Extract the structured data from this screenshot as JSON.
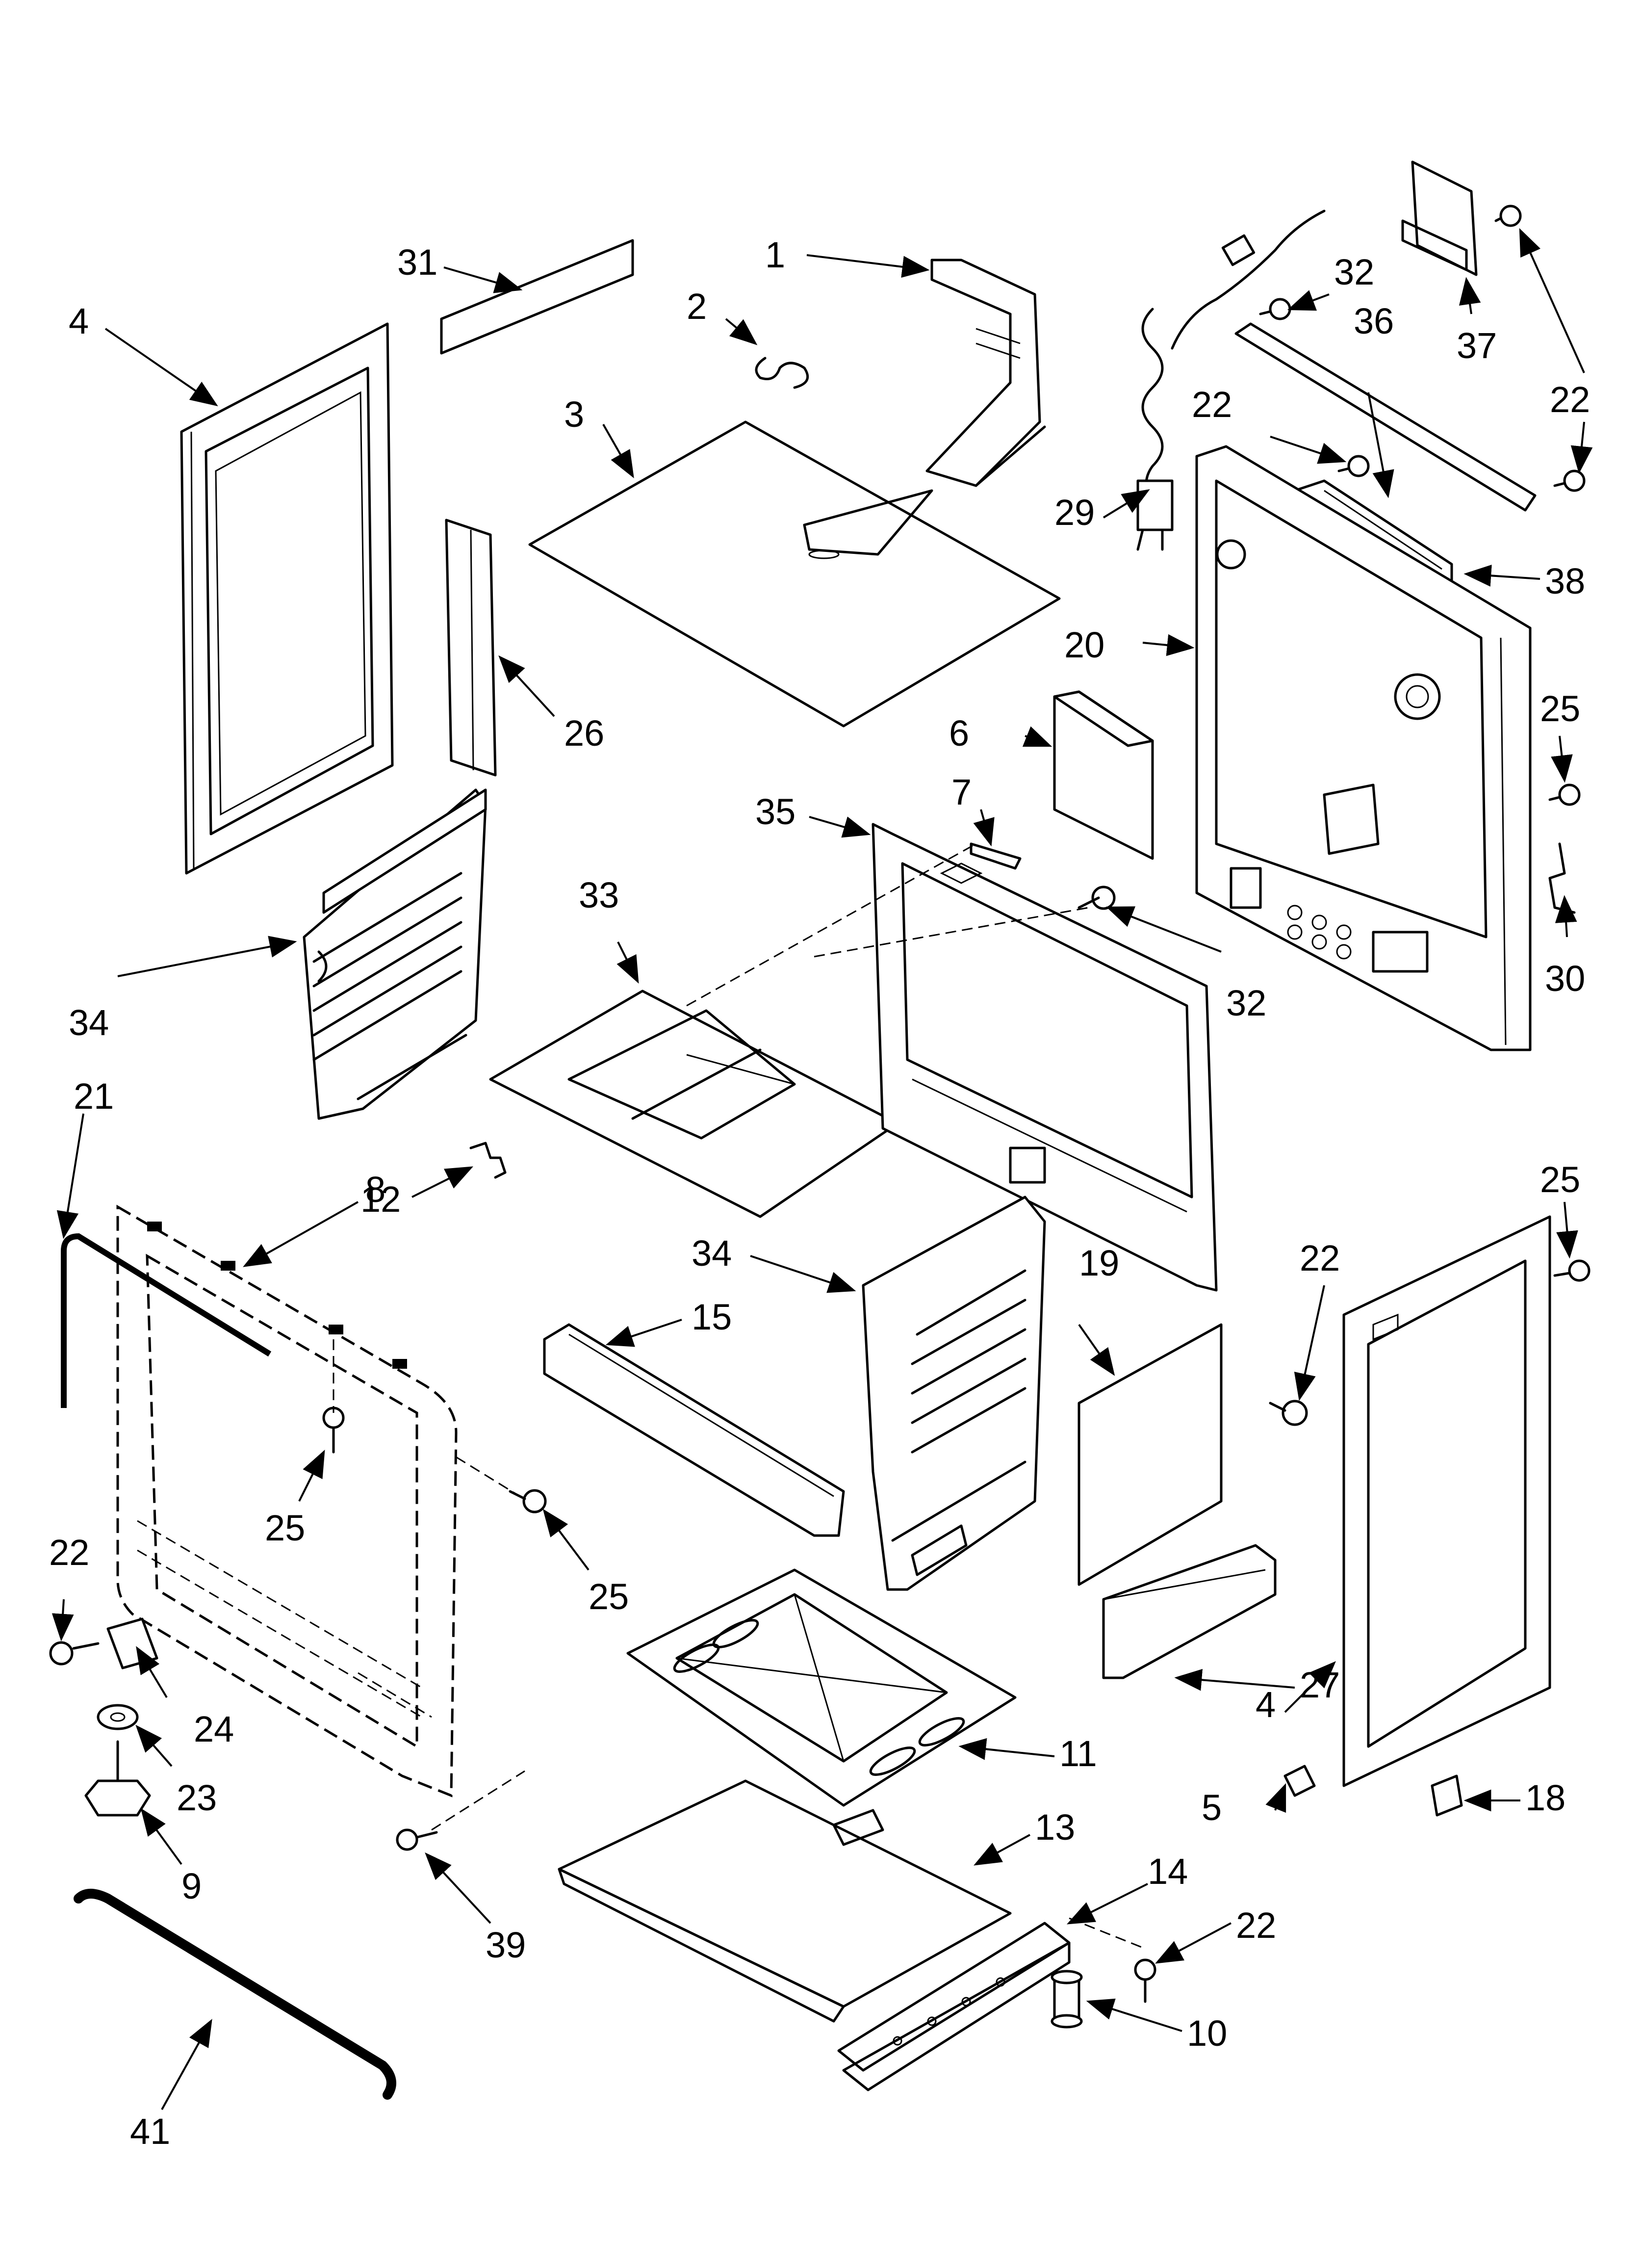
{
  "callouts": [
    {
      "id": "c1",
      "label": "1"
    },
    {
      "id": "c2",
      "label": "2"
    },
    {
      "id": "c3",
      "label": "3"
    },
    {
      "id": "c4a",
      "label": "4"
    },
    {
      "id": "c4b",
      "label": "4"
    },
    {
      "id": "c5",
      "label": "5"
    },
    {
      "id": "c6",
      "label": "6"
    },
    {
      "id": "c7",
      "label": "7"
    },
    {
      "id": "c8",
      "label": "8"
    },
    {
      "id": "c9",
      "label": "9"
    },
    {
      "id": "c10",
      "label": "10"
    },
    {
      "id": "c11",
      "label": "11"
    },
    {
      "id": "c12",
      "label": "12"
    },
    {
      "id": "c13",
      "label": "13"
    },
    {
      "id": "c14",
      "label": "14"
    },
    {
      "id": "c15",
      "label": "15"
    },
    {
      "id": "c18",
      "label": "18"
    },
    {
      "id": "c19",
      "label": "19"
    },
    {
      "id": "c20",
      "label": "20"
    },
    {
      "id": "c21",
      "label": "21"
    },
    {
      "id": "c22a",
      "label": "22"
    },
    {
      "id": "c22b",
      "label": "22"
    },
    {
      "id": "c22c",
      "label": "22"
    },
    {
      "id": "c22d",
      "label": "22"
    },
    {
      "id": "c22e",
      "label": "22"
    },
    {
      "id": "c23",
      "label": "23"
    },
    {
      "id": "c24",
      "label": "24"
    },
    {
      "id": "c25a",
      "label": "25"
    },
    {
      "id": "c25b",
      "label": "25"
    },
    {
      "id": "c25c",
      "label": "25"
    },
    {
      "id": "c25d",
      "label": "25"
    },
    {
      "id": "c26",
      "label": "26"
    },
    {
      "id": "c27",
      "label": "27"
    },
    {
      "id": "c29",
      "label": "29"
    },
    {
      "id": "c30",
      "label": "30"
    },
    {
      "id": "c31",
      "label": "31"
    },
    {
      "id": "c32a",
      "label": "32"
    },
    {
      "id": "c32b",
      "label": "32"
    },
    {
      "id": "c33",
      "label": "33"
    },
    {
      "id": "c34a",
      "label": "34"
    },
    {
      "id": "c34b",
      "label": "34"
    },
    {
      "id": "c35",
      "label": "35"
    },
    {
      "id": "c36",
      "label": "36"
    },
    {
      "id": "c37",
      "label": "37"
    },
    {
      "id": "c38",
      "label": "38"
    },
    {
      "id": "c39",
      "label": "39"
    },
    {
      "id": "c41",
      "label": "41"
    }
  ]
}
